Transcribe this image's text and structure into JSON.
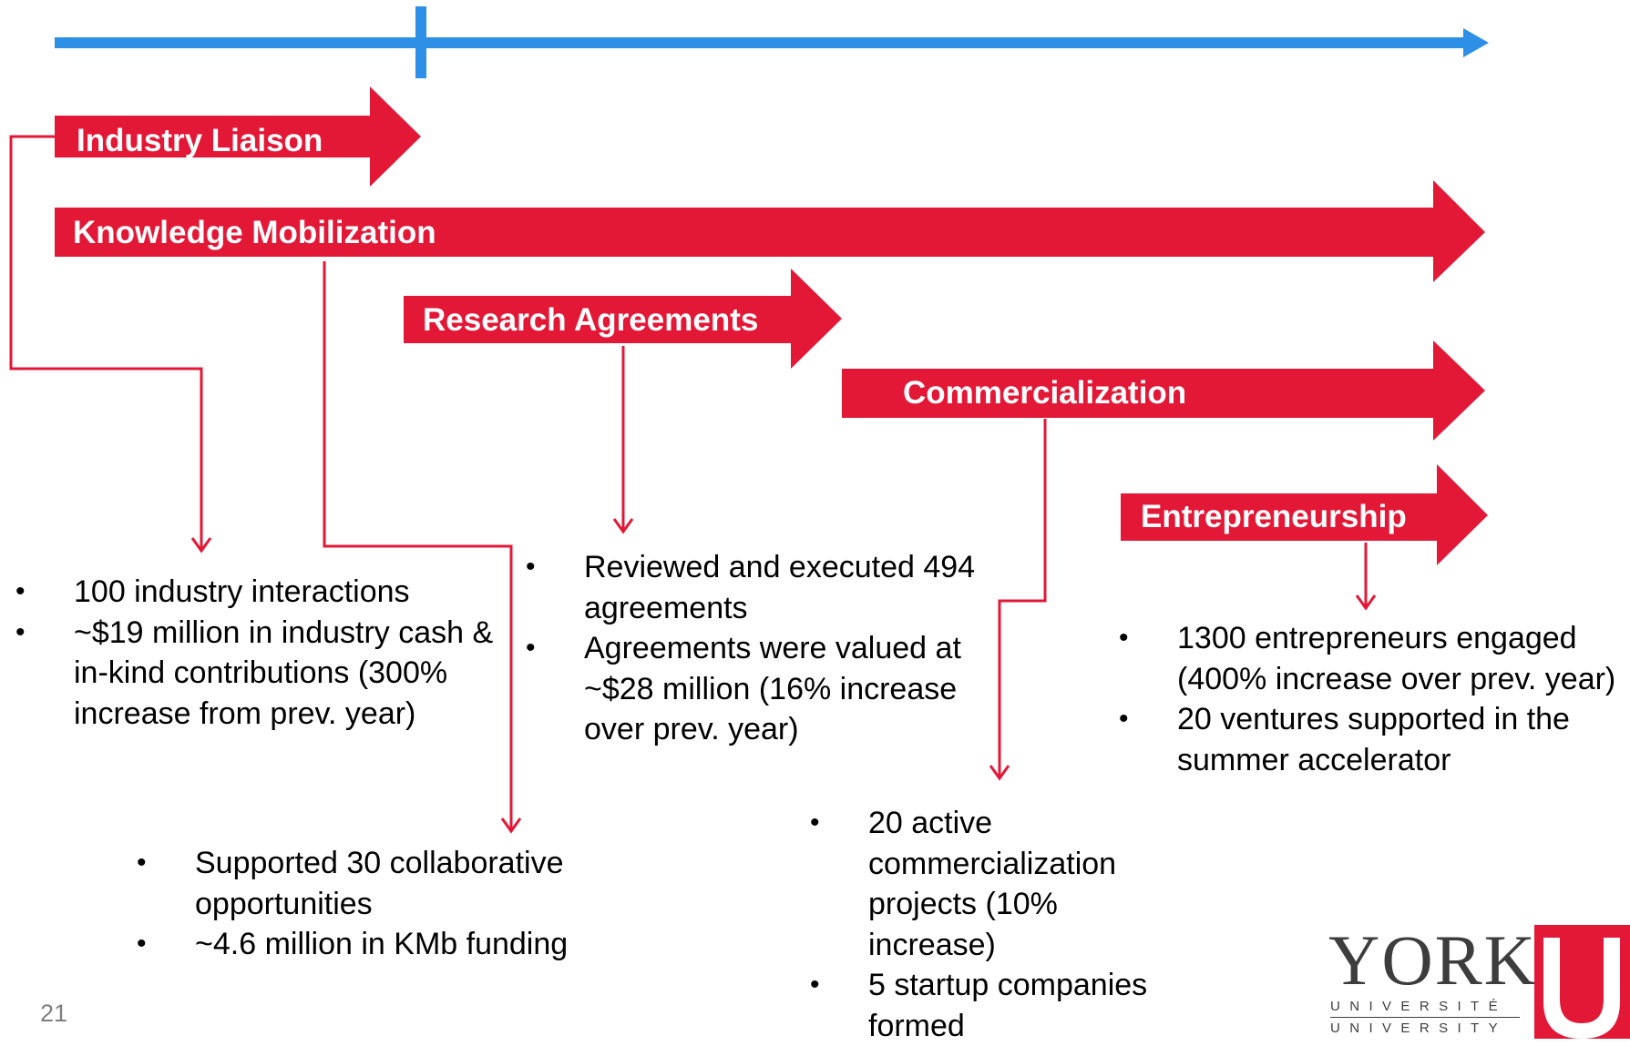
{
  "colors": {
    "arrow_red": "#e31837",
    "timeline_blue": "#2e8fe6",
    "connector_red": "#e31837",
    "text": "#000000",
    "slide_number": "#7f7f7f"
  },
  "arrows": {
    "industry_liaison": "Industry Liaison",
    "knowledge_mobilization": "Knowledge Mobilization",
    "research_agreements": "Research Agreements",
    "commercialization": "Commercialization",
    "entrepreneurship": "Entrepreneurship"
  },
  "industry_liaison_points": [
    "100 industry interactions",
    "~$19 million in industry cash & in-kind contributions (300% increase from prev. year)"
  ],
  "knowledge_mobilization_points": [
    "Supported 30 collaborative opportunities",
    "~4.6 million in KMb funding"
  ],
  "research_agreements_points": [
    "Reviewed and executed 494 agreements",
    "Agreements were valued at ~$28 million (16% increase over prev. year)"
  ],
  "commercialization_points": [
    "20 active commercialization projects (10% increase)",
    "5 startup companies formed"
  ],
  "entrepreneurship_points": [
    "1300 entrepreneurs engaged (400% increase over prev. year)",
    "20 ventures supported in the summer accelerator"
  ],
  "slide_number": "21",
  "logo": {
    "name": "YORK",
    "line_fr": "UNIVERSITÉ",
    "line_en": "UNIVERSITY",
    "mark": "U"
  }
}
